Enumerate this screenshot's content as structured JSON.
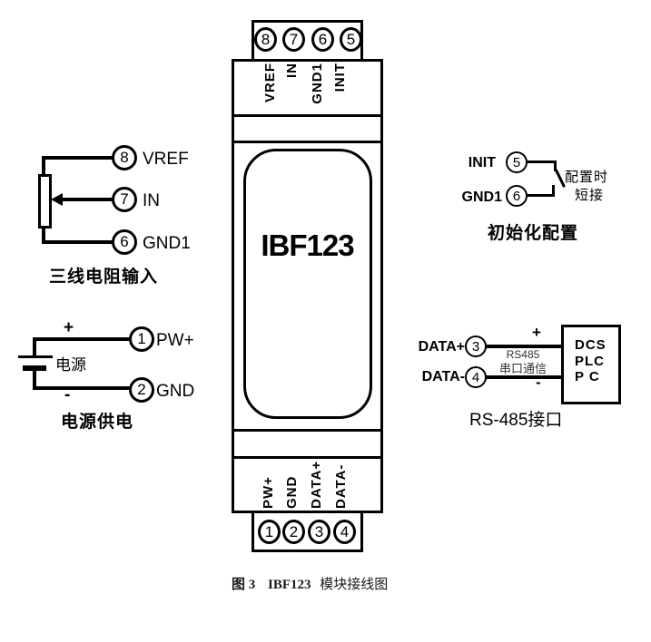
{
  "colors": {
    "ink": "#000000",
    "paper": "#ffffff"
  },
  "module": {
    "name": "IBF123",
    "top_pins": [
      {
        "num": "8",
        "label": "VREF"
      },
      {
        "num": "7",
        "label": "IN"
      },
      {
        "num": "6",
        "label": "GND1"
      },
      {
        "num": "5",
        "label": "INIT"
      }
    ],
    "bottom_pins": [
      {
        "num": "1",
        "label": "PW+"
      },
      {
        "num": "2",
        "label": "GND"
      },
      {
        "num": "3",
        "label": "DATA+"
      },
      {
        "num": "4",
        "label": "DATA-"
      }
    ]
  },
  "rtd_input": {
    "terminals": [
      {
        "num": "8",
        "label": "VREF"
      },
      {
        "num": "7",
        "label": "IN"
      },
      {
        "num": "6",
        "label": "GND1"
      }
    ],
    "caption": "三线电阻输入"
  },
  "power": {
    "plus": "+",
    "minus": "-",
    "battery_label": "电源",
    "terminals": [
      {
        "num": "1",
        "label": "PW+"
      },
      {
        "num": "2",
        "label": "GND"
      }
    ],
    "caption": "电源供电"
  },
  "init_config": {
    "terminals": [
      {
        "num": "5",
        "label": "INIT"
      },
      {
        "num": "6",
        "label": "GND1"
      }
    ],
    "note_line1": "配置时",
    "note_line2": "短接",
    "caption": "初始化配置"
  },
  "rs485": {
    "plus": "+",
    "minus": "-",
    "terminals": [
      {
        "num": "3",
        "label": "DATA+"
      },
      {
        "num": "4",
        "label": "DATA-"
      }
    ],
    "bus_line1": "RS485",
    "bus_line2": "串口通信",
    "device_lines": {
      "0": "DCS",
      "1": "PLC",
      "2": "P C"
    },
    "caption": "RS-485接口"
  },
  "figure": {
    "prefix": "图 3",
    "model": "IBF123",
    "title": "模块接线图"
  }
}
